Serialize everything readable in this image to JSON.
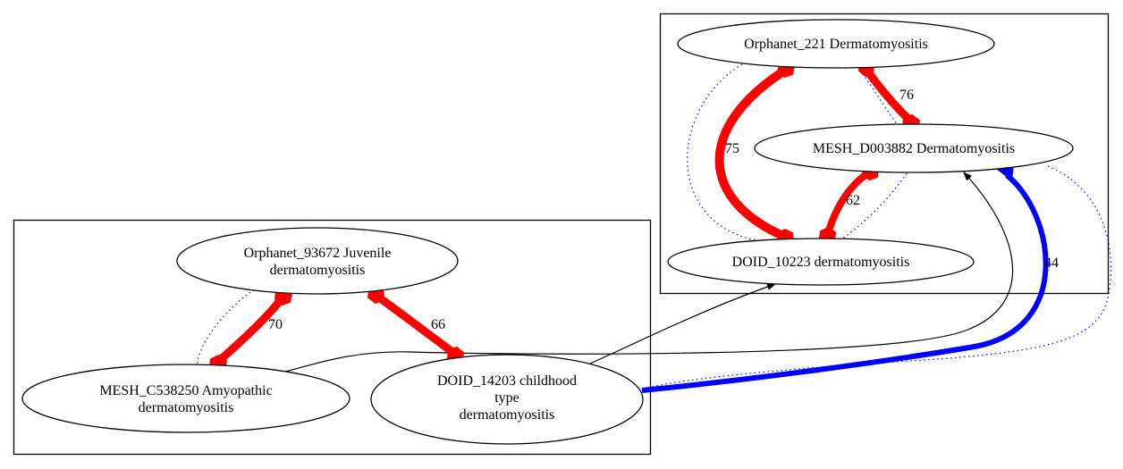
{
  "clusters": [
    {
      "id": "cluster_right",
      "nodes": [
        "orphanet_221",
        "mesh_d003882",
        "doid_10223"
      ]
    },
    {
      "id": "cluster_left",
      "nodes": [
        "orphanet_93672",
        "mesh_c538250",
        "doid_14203"
      ]
    }
  ],
  "nodes": {
    "orphanet_221": {
      "lines": [
        "Orphanet_221 Dermatomyositis"
      ]
    },
    "mesh_d003882": {
      "lines": [
        "MESH_D003882 Dermatomyositis"
      ]
    },
    "doid_10223": {
      "lines": [
        "DOID_10223 dermatomyositis"
      ]
    },
    "orphanet_93672": {
      "lines": [
        "Orphanet_93672 Juvenile",
        "dermatomyositis"
      ]
    },
    "mesh_c538250": {
      "lines": [
        "MESH_C538250 Amyopathic",
        "dermatomyositis"
      ]
    },
    "doid_14203": {
      "lines": [
        "DOID_14203 childhood",
        "type",
        "dermatomyositis"
      ]
    }
  },
  "edges": [
    {
      "from": "orphanet_221",
      "to": "doid_10223",
      "label": "75",
      "style": "bold-red",
      "color": "#ff0000"
    },
    {
      "from": "orphanet_221",
      "to": "mesh_d003882",
      "label": "76",
      "style": "bold-red",
      "color": "#ff0000"
    },
    {
      "from": "doid_10223",
      "to": "mesh_d003882",
      "label": "62",
      "style": "bold-red",
      "color": "#ff0000"
    },
    {
      "from": "orphanet_93672",
      "to": "mesh_c538250",
      "label": "70",
      "style": "bold-red",
      "color": "#ff0000"
    },
    {
      "from": "orphanet_93672",
      "to": "doid_14203",
      "label": "66",
      "style": "bold-red",
      "color": "#ff0000"
    },
    {
      "from": "doid_14203",
      "to": "mesh_d003882",
      "label": "44",
      "style": "bold-blue",
      "color": "#0000ff"
    },
    {
      "from": "doid_14203",
      "to": "doid_10223",
      "label": "",
      "style": "arrow",
      "color": "#000000"
    },
    {
      "from": "mesh_c538250",
      "to": "mesh_d003882",
      "label": "",
      "style": "arrow",
      "color": "#000000"
    },
    {
      "from": "orphanet_221",
      "to": "doid_10223",
      "label": "",
      "style": "dotted",
      "color": "#0000ff"
    },
    {
      "from": "orphanet_221",
      "to": "mesh_d003882",
      "label": "",
      "style": "dotted",
      "color": "#0000ff"
    },
    {
      "from": "mesh_d003882",
      "to": "doid_10223",
      "label": "",
      "style": "dotted",
      "color": "#0000ff"
    },
    {
      "from": "orphanet_93672",
      "to": "mesh_c538250",
      "label": "",
      "style": "dotted",
      "color": "#0000ff"
    },
    {
      "from": "orphanet_93672",
      "to": "doid_14203",
      "label": "",
      "style": "dotted",
      "color": "#0000ff"
    },
    {
      "from": "mesh_d003882",
      "to": "doid_14203",
      "label": "",
      "style": "dotted",
      "color": "#0000ff"
    }
  ]
}
